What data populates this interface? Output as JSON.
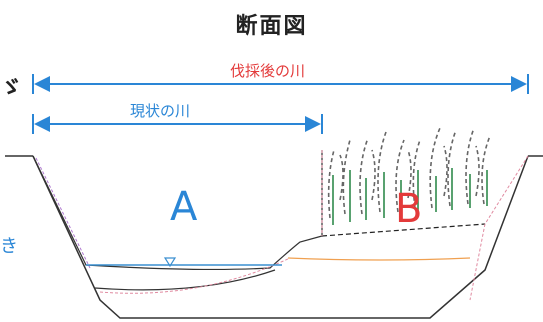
{
  "title": "断面図",
  "left_fragment": "ゞ",
  "left_blue_fragment": "き",
  "dimensions": {
    "after_logging": "伐採後の川",
    "current": "現状の川"
  },
  "zones": {
    "a": "A",
    "b": "B"
  },
  "colors": {
    "blue": "#2a86d6",
    "red": "#e33a3a",
    "tree_green": "#2f8a4c",
    "tree_dash": "#666666",
    "water": "#3a8fd0",
    "orange": "#f0a050"
  }
}
